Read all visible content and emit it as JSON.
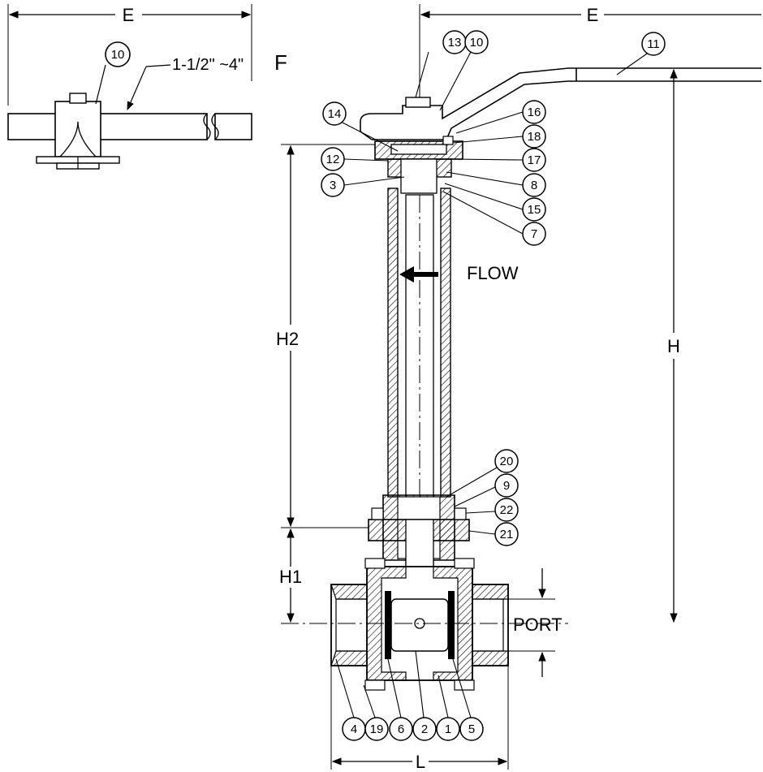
{
  "dimensions": {
    "e_top_left": "E",
    "e_top_right": "E",
    "h": "H",
    "h1": "H1",
    "h2": "H2",
    "l": "L",
    "port": "PORT"
  },
  "detail_label": "F",
  "handle_size_note": "1-1/2\" ~4\"",
  "flow_label": "FLOW",
  "callouts": {
    "detail_10": "10",
    "top_13": "13",
    "top_10": "10",
    "handle_11": "11",
    "c14": "14",
    "c16": "16",
    "c18": "18",
    "c12": "12",
    "c17": "17",
    "c3": "3",
    "c8": "8",
    "c15": "15",
    "c7": "7",
    "c20": "20",
    "c9": "9",
    "c22": "22",
    "c21": "21",
    "b4": "4",
    "b19": "19",
    "b6": "6",
    "b2": "2",
    "b1": "1",
    "b5": "5"
  },
  "colors": {
    "line": "#000000",
    "background": "#ffffff",
    "section_fill": "#ffffff"
  }
}
